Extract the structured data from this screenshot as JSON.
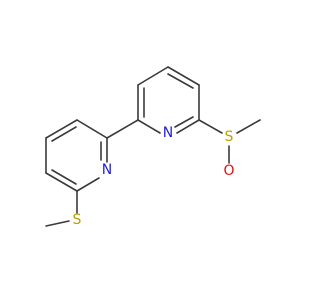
{
  "structure": {
    "atoms": {
      "n_left": "N",
      "n_right": "N",
      "s_thioether": "S",
      "s_sulfoxide": "S",
      "o_sulfoxide": "O"
    },
    "colors": {
      "bond": "#3a3a3a",
      "nitrogen": "#1f1fdf",
      "sulfur": "#b8a200",
      "oxygen": "#e01010"
    }
  }
}
